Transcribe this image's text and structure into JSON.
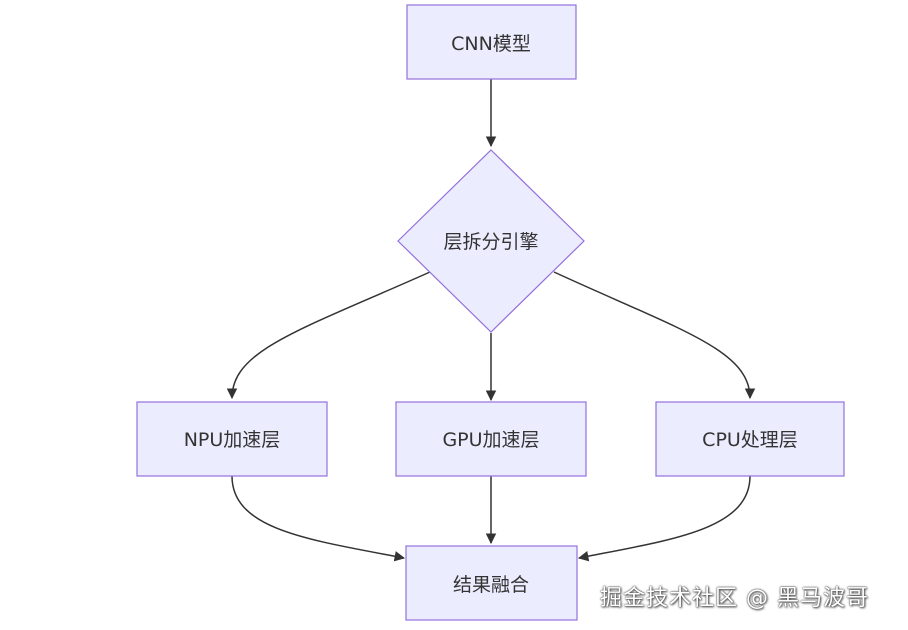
{
  "nodes": {
    "cnn_model": "CNN模型",
    "layer_split_engine": "层拆分引擎",
    "npu_layer": "NPU加速层",
    "gpu_layer": "GPU加速层",
    "cpu_layer": "CPU处理层",
    "result_fusion": "结果融合"
  },
  "watermark": "掘金技术社区 @ 黑马波哥",
  "colors": {
    "node_fill": "#ECECFF",
    "node_stroke": "#9370DB",
    "edge": "#333333",
    "text": "#333333"
  }
}
